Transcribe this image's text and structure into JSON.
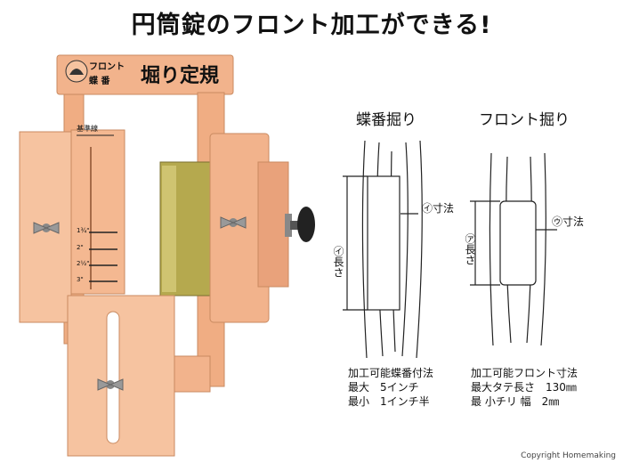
{
  "headline": "円筒錠のフロント加工ができる!",
  "product": {
    "brand_top": "フロント",
    "brand_bottom": "蝶 番",
    "name": "堀り定規",
    "base_label": "基準線",
    "scale_marks": [
      "1¾\"",
      "2\"",
      "2½\"",
      "3\""
    ]
  },
  "diagrams": {
    "hinge": {
      "title": "蝶番掘り",
      "dim_side": "㋑寸法",
      "dim_length": "㋑長さ"
    },
    "front": {
      "title": "フロント掘り",
      "dim_side": "㋒寸法",
      "dim_length": "㋐長さ"
    }
  },
  "specs": {
    "hinge": [
      "加工可能蝶番付法",
      "最大　5インチ",
      "最小　1インチ半"
    ],
    "front": [
      "加工可能フロント寸法",
      "最大タテ長さ　130㎜",
      "最 小チリ 幅　2㎜"
    ]
  },
  "copyright": "Copyright Homemaking",
  "colors": {
    "body": "#f2b38c",
    "body_dark": "#d9936a",
    "steel": "#b5a94e"
  }
}
